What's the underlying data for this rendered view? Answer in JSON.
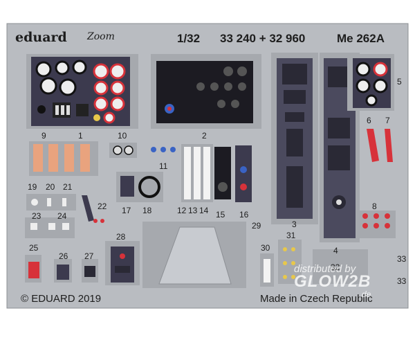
{
  "header": {
    "brand": "eduard",
    "zoom_mark": "Zoom",
    "scale": "1/32",
    "kit_numbers": "33 240 + 32 960",
    "model": "Me 262A"
  },
  "parts": {
    "p1": "1",
    "p2": "2",
    "p3": "3",
    "p4": "4",
    "p5": "5",
    "p6": "6",
    "p7": "7",
    "p8": "8",
    "p9": "9",
    "p10": "10",
    "p11": "11",
    "p12": "12",
    "p13": "13",
    "p14": "14",
    "p15": "15",
    "p16": "16",
    "p17": "17",
    "p18": "18",
    "p19": "19",
    "p20": "20",
    "p21": "21",
    "p22": "22",
    "p23": "23",
    "p24": "24",
    "p25": "25",
    "p26": "26",
    "p27": "27",
    "p28": "28",
    "p29": "29",
    "p30": "30",
    "p31": "31",
    "p32": "32",
    "p33a": "33",
    "p33b": "33"
  },
  "footer": {
    "copyright": "© EDUARD 2019",
    "origin": "Made in Czech Republic"
  },
  "watermark": {
    "line1": "distributed by",
    "line2": "GLOW2B",
    "line3": ".de"
  },
  "colors": {
    "fret": "#b9bcc1",
    "panel": "#3c3a4e",
    "sidebar_panel": "#4b4a5e",
    "instrument_red": "#d7323a",
    "pad_orange": "#e9a37e"
  }
}
